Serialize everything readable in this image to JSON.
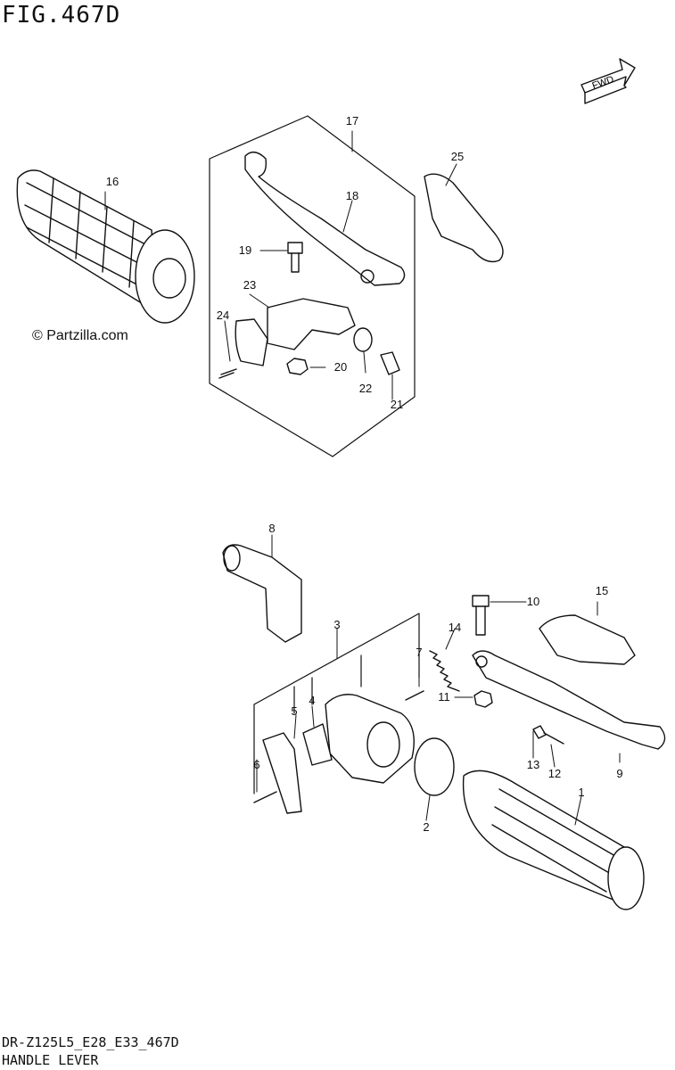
{
  "figure": {
    "title": "FIG.467D",
    "copyright": "© Partzilla.com",
    "model_code": "DR-Z125L5_E28_E33_467D",
    "section_title": "HANDLE LEVER",
    "fwd_label": "FWD"
  },
  "callouts": [
    "1",
    "2",
    "3",
    "4",
    "5",
    "6",
    "7",
    "8",
    "9",
    "10",
    "11",
    "12",
    "13",
    "14",
    "15",
    "16",
    "17",
    "18",
    "19",
    "20",
    "21",
    "22",
    "23",
    "24",
    "25"
  ]
}
